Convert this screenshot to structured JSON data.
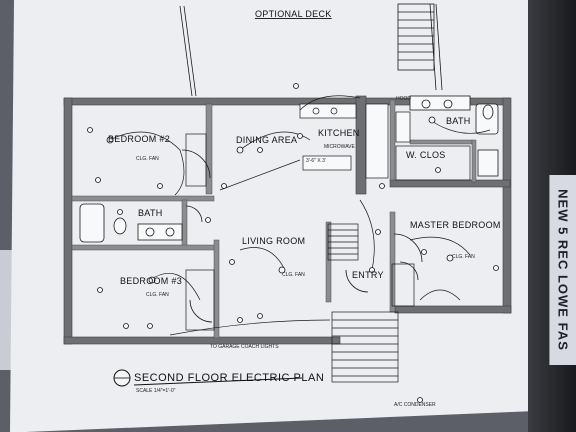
{
  "drawing": {
    "optional_deck": "OPTIONAL DECK",
    "title": "SECOND FLOOR ELECTRIC PLAN",
    "scale": "SCALE 1/4\"=1'-0\"",
    "sheet_tab": "NEW 5 REC LOWE FAS"
  },
  "rooms": {
    "bedroom2": "BEDROOM #2",
    "dining": "DINING AREA",
    "kitchen": "KITCHEN",
    "bath_main": "BATH",
    "bath_upper": "BATH",
    "wclos": "W. CLOS",
    "living": "LIVING ROOM",
    "master": "MASTER BEDROOM",
    "bedroom3": "BEDROOM #3",
    "entry": "ENTRY"
  },
  "notes": {
    "clg_fan": "CLG. FAN",
    "garage": "TO GARAGE COACH LIGHTS",
    "ac": "A/C CONDENSER",
    "micro": "MICROWAVE",
    "hood": "HOOD",
    "range": "3'-6\" X 3'"
  },
  "colors": {
    "wall": "#6d6f73",
    "screen": "#eef0f3",
    "ink": "#15171a"
  }
}
